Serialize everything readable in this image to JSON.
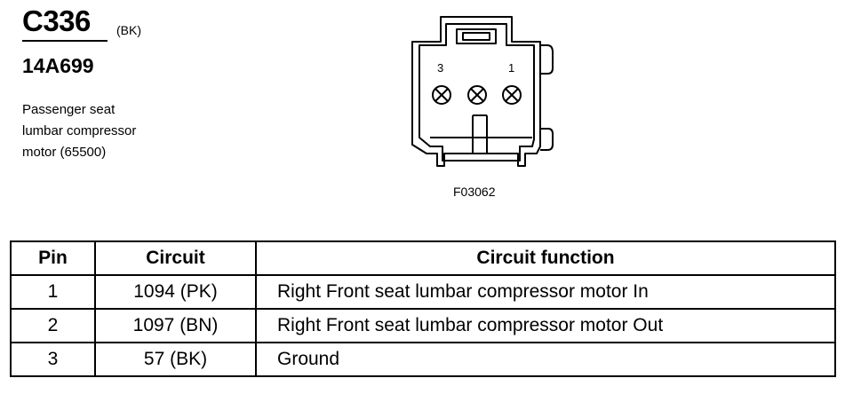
{
  "header": {
    "connector_id": "C336",
    "connector_color": "(BK)",
    "part_number": "14A699",
    "description_lines": [
      "Passenger seat",
      "lumbar compressor",
      "motor (65500)"
    ]
  },
  "diagram": {
    "pin_labels": [
      "3",
      "1"
    ],
    "figure_code": "F03062"
  },
  "table": {
    "headers": [
      "Pin",
      "Circuit",
      "Circuit function"
    ],
    "rows": [
      {
        "pin": "1",
        "circuit": "1094 (PK)",
        "function": "Right Front seat lumbar compressor motor In"
      },
      {
        "pin": "2",
        "circuit": "1097 (BN)",
        "function": "Right Front seat lumbar compressor motor Out"
      },
      {
        "pin": "3",
        "circuit": "57 (BK)",
        "function": "Ground"
      }
    ]
  }
}
